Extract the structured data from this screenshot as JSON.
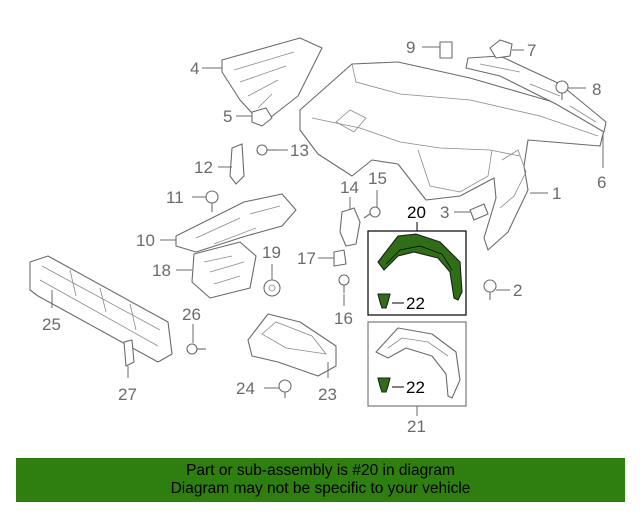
{
  "callouts": {
    "c1": "1",
    "c2": "2",
    "c3": "3",
    "c4": "4",
    "c5": "5",
    "c6": "6",
    "c7": "7",
    "c8": "8",
    "c9": "9",
    "c10": "10",
    "c11": "11",
    "c12": "12",
    "c13": "13",
    "c14": "14",
    "c15": "15",
    "c16": "16",
    "c17": "17",
    "c18": "18",
    "c19": "19",
    "c20": "20",
    "c21": "21",
    "c22a": "22",
    "c22b": "22",
    "c23": "23",
    "c24": "24",
    "c25": "25",
    "c26": "26",
    "c27": "27"
  },
  "banner": {
    "line1": "Part or sub-assembly is #20 in diagram",
    "line2": "Diagram may not be specific to your vehicle"
  },
  "colors": {
    "highlight": "#2f6e16",
    "banner": "#2e7f10",
    "line": "#6b6b6b"
  }
}
